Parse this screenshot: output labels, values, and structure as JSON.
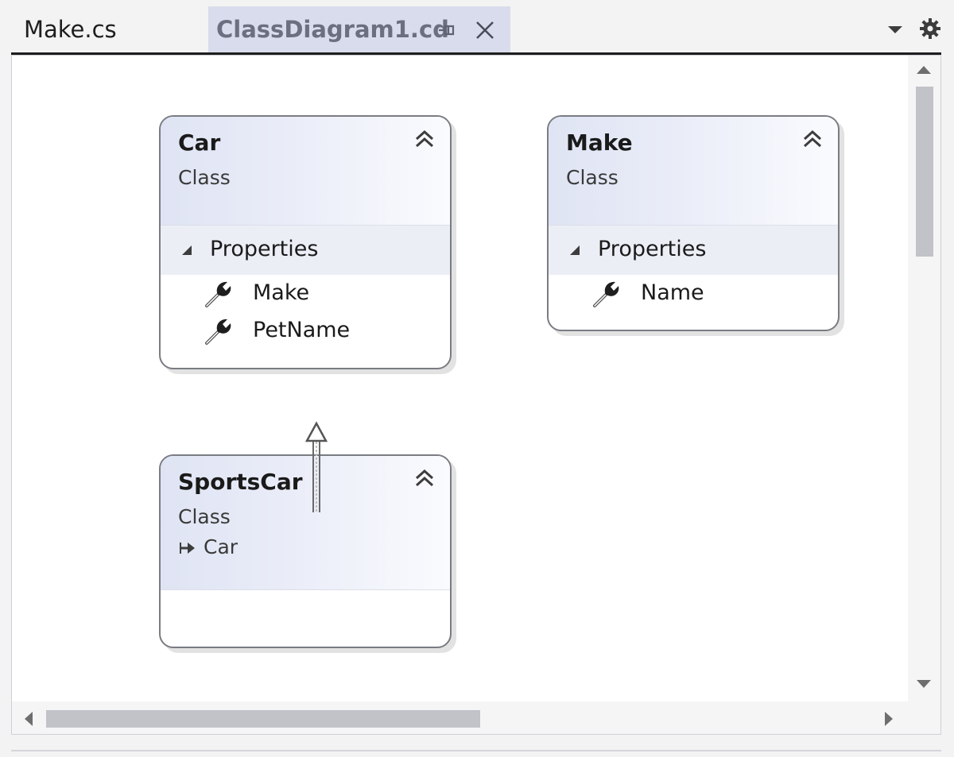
{
  "tabs": [
    {
      "label": "Make.cs"
    },
    {
      "label": "ClassDiagram1.cd"
    }
  ],
  "icons": {
    "pin": "pin-icon",
    "close": "close-icon",
    "dropdown": "chevron-down-icon",
    "settings": "gear-icon",
    "collapse": "double-chevron-up-icon",
    "property": "wrench-icon",
    "expand_triangle": "triangle-down-icon",
    "base_class": "inherit-arrow-icon"
  },
  "colors": {
    "active_tab": "#d9dcec",
    "header_gradient_start": "#dfe4f4",
    "compartment": "#eceef6",
    "border": "#7a7c82"
  },
  "classes": {
    "car": {
      "name": "Car",
      "kind": "Class",
      "compartment": "Properties",
      "members": [
        "Make",
        "PetName"
      ]
    },
    "make": {
      "name": "Make",
      "kind": "Class",
      "compartment": "Properties",
      "members": [
        "Name"
      ]
    },
    "sportscar": {
      "name": "SportsCar",
      "kind": "Class",
      "base": "Car"
    }
  }
}
